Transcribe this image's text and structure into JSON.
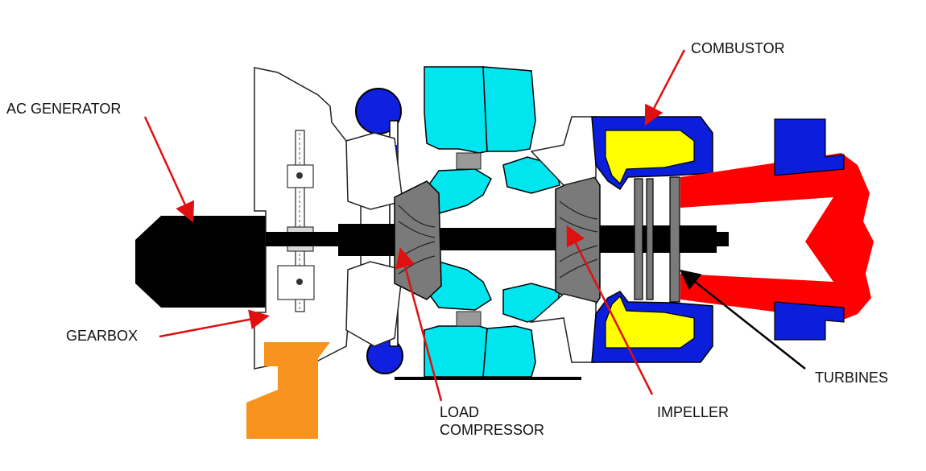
{
  "labels": {
    "ac_generator": "AC GENERATOR",
    "gearbox": "GEARBOX",
    "combustor": "COMBUSTOR",
    "turbines": "TURBINES",
    "impeller": "IMPELLER",
    "load_compressor_line1": "LOAD",
    "load_compressor_line2": "COMPRESSOR"
  },
  "colors": {
    "generator": "#000000",
    "gearbox_base": "#f7931e",
    "load_compressor": "#00e5ee",
    "combustor_casing": "#0a1edc",
    "combustor_liner": "#ffff00",
    "exhaust": "#ff0000",
    "rotor_grey": "#7a7a7a",
    "leader_arrow_red": "#e01010",
    "leader_arrow_black": "#000000"
  }
}
